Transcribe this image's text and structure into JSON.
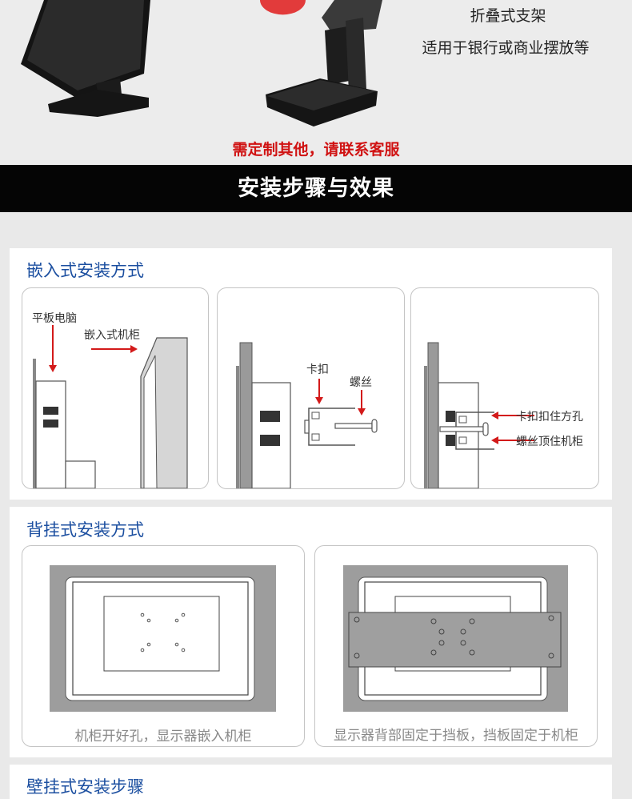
{
  "stand": {
    "lines": [
      "折叠式支架",
      "适用于银行或商业摆放等"
    ]
  },
  "notice": "需定制其他，请联系客服",
  "banner": "安装步骤与效果",
  "embedded": {
    "title": "嵌入式安装方式",
    "labels": {
      "tablet": "平板电脑",
      "cabinet": "嵌入式机柜",
      "clip": "卡扣",
      "screw": "螺丝",
      "clip_hole": "卡扣扣住方孔",
      "screw_push": "螺丝顶住机柜"
    }
  },
  "rear": {
    "title": "背挂式安装方式",
    "captions": [
      "机柜开好孔，显示器嵌入机柜",
      "显示器背部固定于挡板，挡板固定于机柜"
    ]
  },
  "wall": {
    "title": "壁挂式安装步骤"
  },
  "colors": {
    "accent_blue": "#1c4fa0",
    "notice_red": "#d01212",
    "arrow_red": "#d31a1a",
    "banner_bg": "#050505"
  }
}
